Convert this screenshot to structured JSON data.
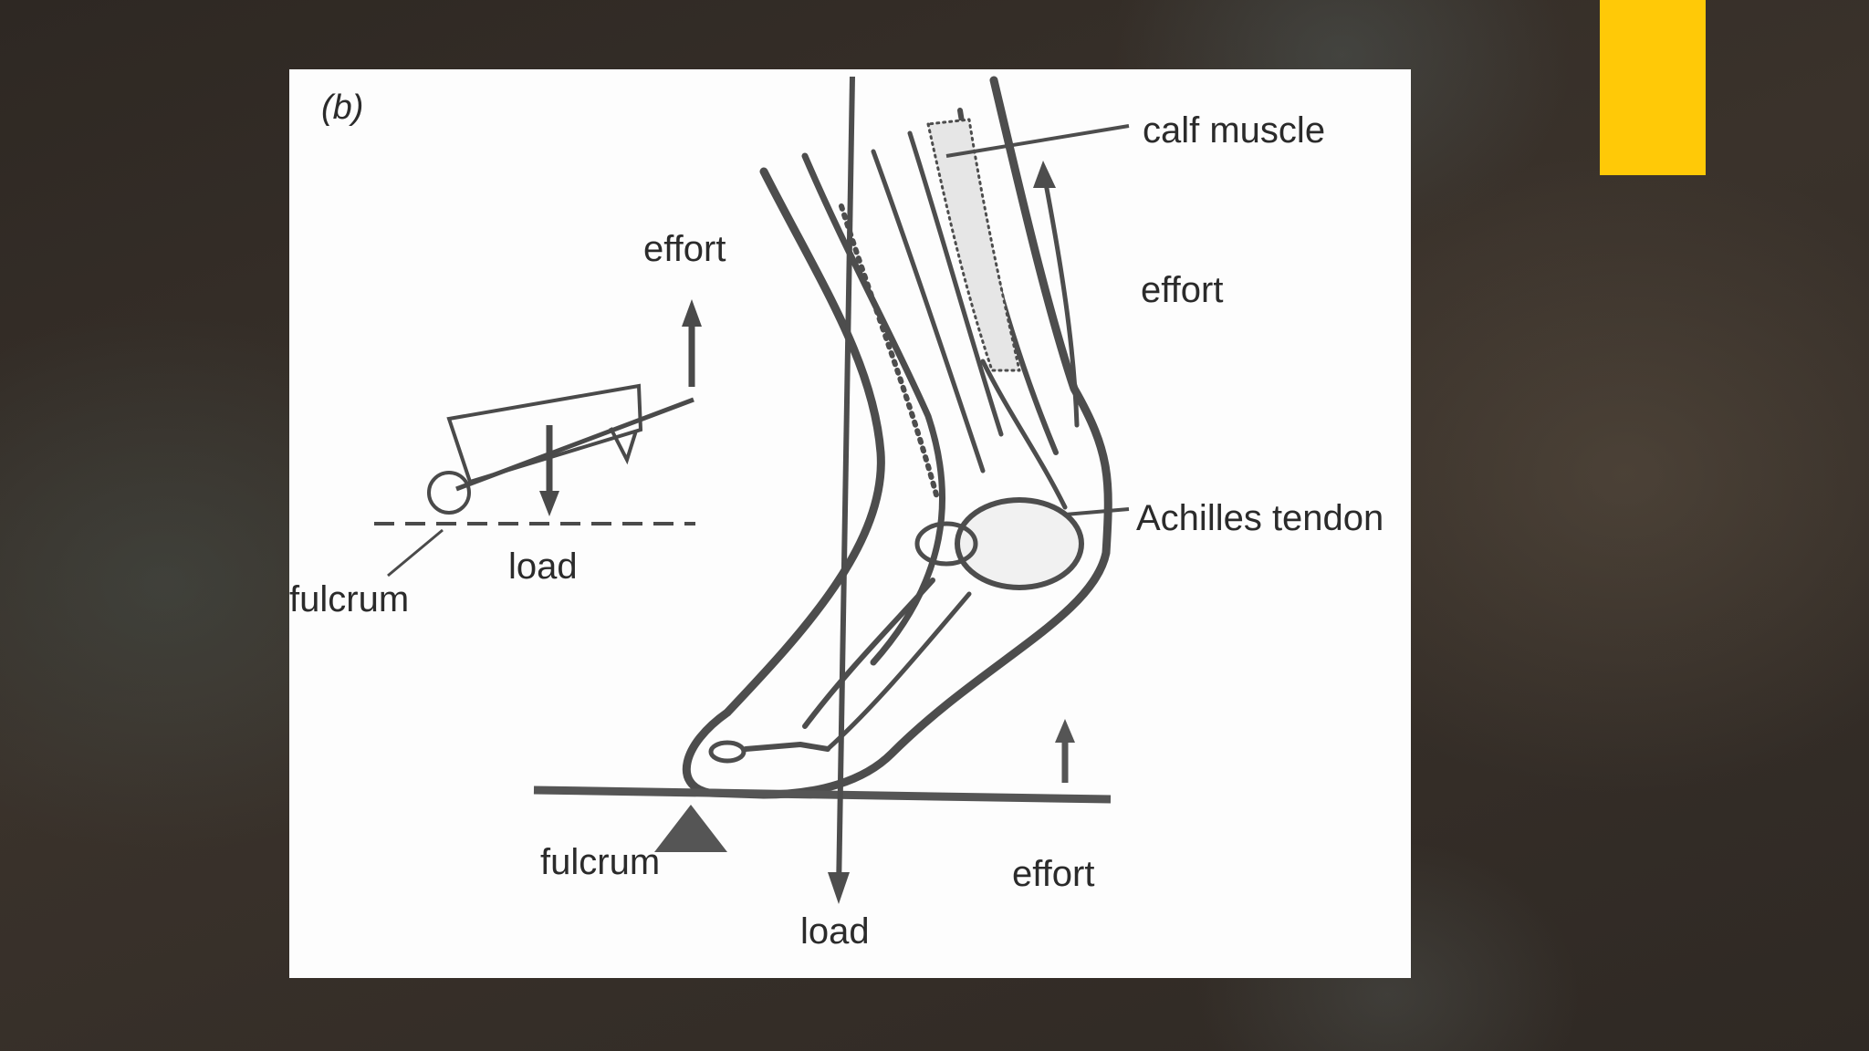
{
  "slide": {
    "accent_color": "#ffc907",
    "background_color": "#332c26"
  },
  "diagram": {
    "panel_label": "(b)",
    "lever_inset": {
      "effort": "effort",
      "load": "load",
      "fulcrum": "fulcrum"
    },
    "foot": {
      "calf_muscle": "calf muscle",
      "effort_top": "effort",
      "achilles_tendon": "Achilles tendon",
      "fulcrum": "fulcrum",
      "load": "load",
      "effort_bottom": "effort"
    }
  }
}
